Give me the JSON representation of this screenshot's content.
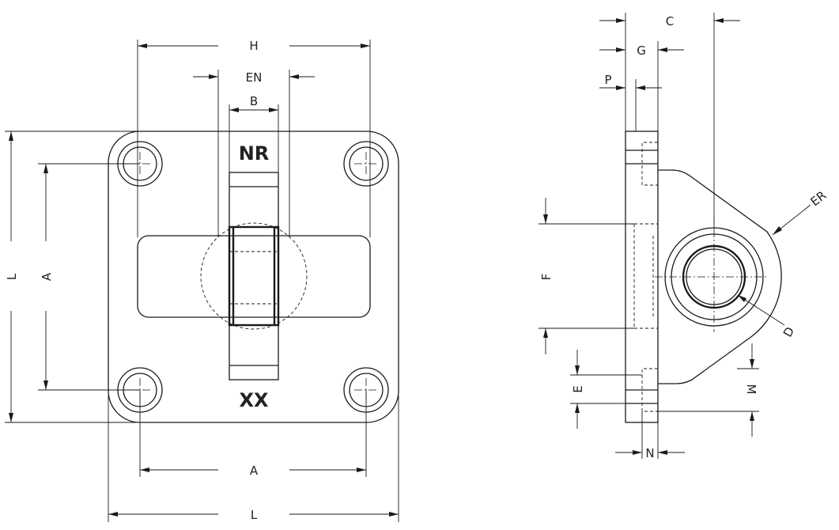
{
  "front_view": {
    "marking_top": "NR",
    "marking_bottom": "XX",
    "dims": {
      "H": "H",
      "EN": "EN",
      "B": "B",
      "L_vertical": "L",
      "A_vertical": "A",
      "A_horizontal": "A",
      "L_horizontal": "L"
    }
  },
  "side_view": {
    "dims": {
      "C": "C",
      "G": "G",
      "P": "P",
      "ER": "ER",
      "F": "F",
      "D": "D",
      "E": "E",
      "M": "M",
      "N": "N"
    }
  },
  "colors": {
    "line": "#1a1a1a",
    "text": "#222222",
    "background": "#ffffff"
  }
}
